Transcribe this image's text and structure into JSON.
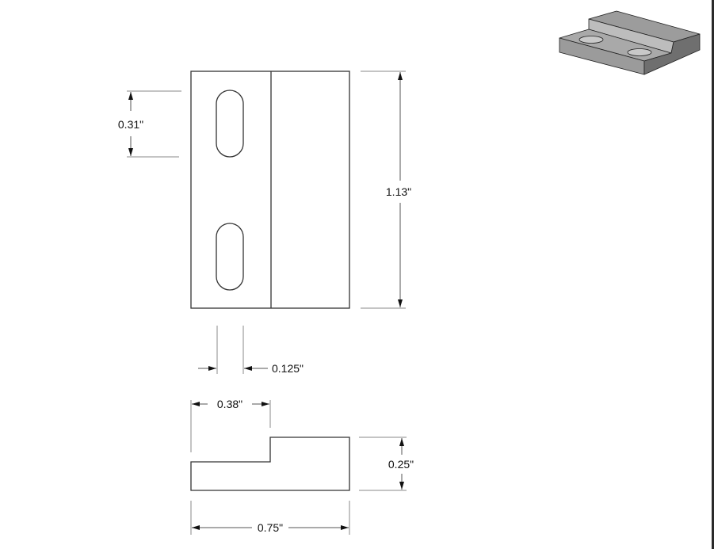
{
  "drawing": {
    "dimensions": {
      "slot_length": "0.31\"",
      "overall_length": "1.13\"",
      "slot_width": "0.125\"",
      "step_width": "0.38\"",
      "overall_height": "0.25\"",
      "overall_width": "0.75\""
    },
    "colors": {
      "line": "#333333",
      "extension_line": "#8a8a8a",
      "iso_top": "#a9a9a9",
      "iso_front": "#9b9b9b",
      "iso_side": "#6f6f6f",
      "edge_bar": "#2a2a2a"
    }
  }
}
